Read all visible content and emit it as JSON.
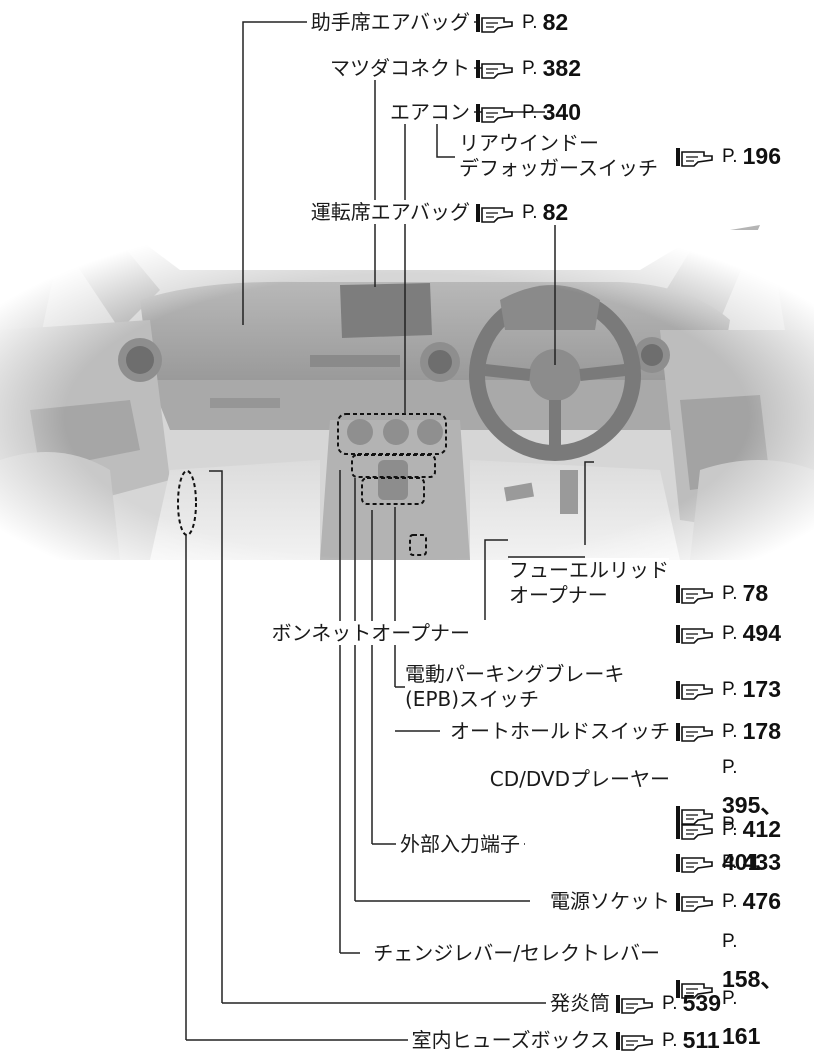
{
  "callouts": [
    {
      "label": "助手席エアバッグ",
      "page_prefix": "P.",
      "page": "82"
    },
    {
      "label": "マツダコネクト",
      "page_prefix": "P.",
      "page": "382"
    },
    {
      "label": "エアコン",
      "page_prefix": "P.",
      "page": "340"
    },
    {
      "label_line1": "リアウインドー",
      "label_line2": "デフォッガースイッチ",
      "page_prefix": "P.",
      "page": "196"
    },
    {
      "label": "運転席エアバッグ",
      "page_prefix": "P.",
      "page": "82"
    },
    {
      "label_line1": "フューエルリッド",
      "label_line2": "オープナー",
      "page_prefix": "P.",
      "page": "78"
    },
    {
      "label": "ボンネットオープナー",
      "page_prefix": "P.",
      "page": "494"
    },
    {
      "label_line1": "電動パーキングブレーキ",
      "label_line2": "(EPB)スイッチ",
      "page_prefix": "P.",
      "page": "173"
    },
    {
      "label": "オートホールドスイッチ",
      "page_prefix": "P.",
      "page": "178"
    },
    {
      "label": "CD/DVDプレーヤー",
      "page_prefix": "P.",
      "page": "395、",
      "page2_prefix": "P.",
      "page2": "401"
    },
    {
      "label": "外部入力端子",
      "page_prefix": "P.",
      "page": "412",
      "page2_prefix": "P.",
      "page2": "433"
    },
    {
      "label": "電源ソケット",
      "page_prefix": "P.",
      "page": "476"
    },
    {
      "label": "チェンジレバー/セレクトレバー",
      "page_prefix": "P.",
      "page": "158、",
      "page2_prefix": "P.",
      "page2": "161"
    },
    {
      "label": "発炎筒",
      "page_prefix": "P.",
      "page": "539"
    },
    {
      "label": "室内ヒューズボックス",
      "page_prefix": "P.",
      "page": "511"
    }
  ],
  "colors": {
    "line": "#222222",
    "illustration": "#c8c8c8",
    "text": "#1a1a1a"
  },
  "icons": {
    "reference": "hand-pointing-icon"
  }
}
